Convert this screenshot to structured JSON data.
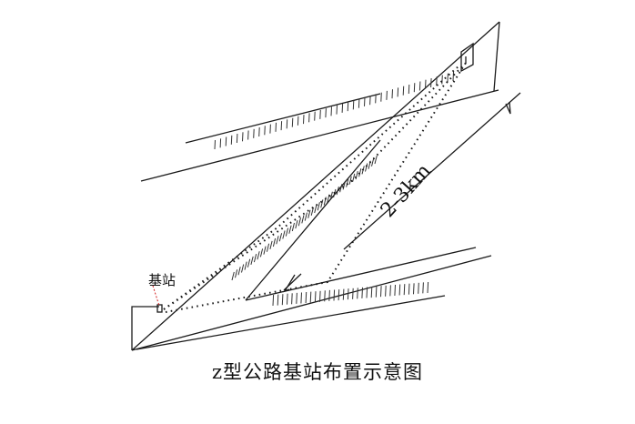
{
  "labels": {
    "base_station": "基站",
    "distance": "2-3km"
  },
  "caption": "z型公路基站布置示意图"
}
